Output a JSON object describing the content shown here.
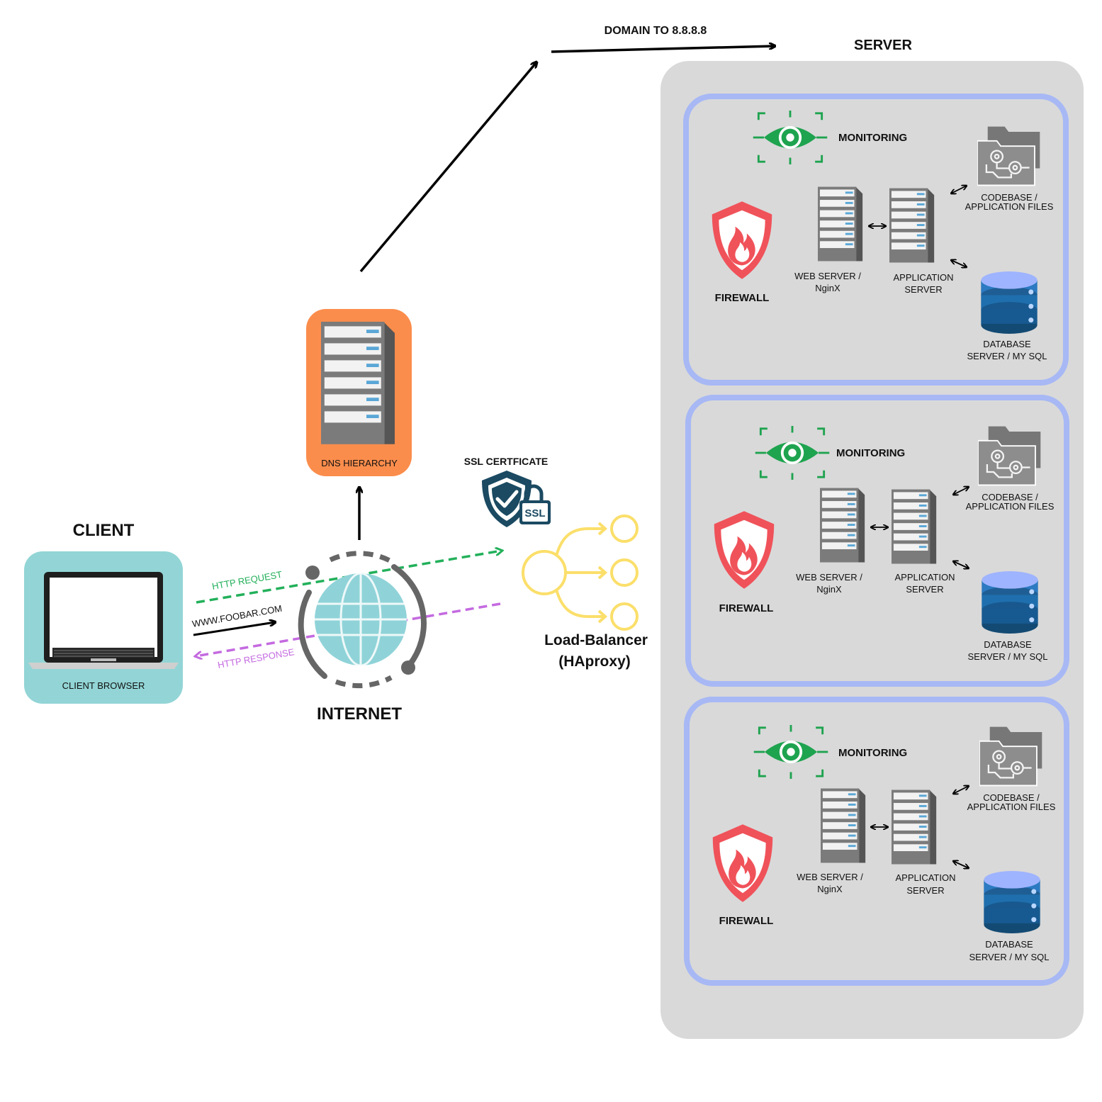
{
  "client": {
    "heading": "CLIENT",
    "browser_label": "CLIENT BROWSER",
    "url_label": "WWW.FOOBAR.COM",
    "request_label": "HTTP REQUEST",
    "response_label": "HTTP RESPONSE"
  },
  "internet": {
    "label": "INTERNET"
  },
  "dns": {
    "label": "DNS HIERARCHY",
    "domain_label": "DOMAIN TO 8.8.8.8"
  },
  "ssl": {
    "label": "SSL CERTFICATE",
    "badge": "SSL"
  },
  "load_balancer": {
    "line1": "Load-Balancer",
    "line2": "(HAproxy)"
  },
  "server": {
    "heading": "SERVER",
    "nodes": [
      {
        "monitoring": "MONITORING",
        "firewall": "FIREWALL",
        "web_server": [
          "WEB SERVER /",
          "NginX"
        ],
        "app_server": [
          "APPLICATION",
          "SERVER"
        ],
        "codebase": [
          "CODEBASE /",
          "APPLICATION FILES"
        ],
        "database": [
          "DATABASE",
          "SERVER / MY SQL"
        ]
      },
      {
        "monitoring": "MONITORING",
        "firewall": "FIREWALL",
        "web_server": [
          "WEB SERVER /",
          "NginX"
        ],
        "app_server": [
          "APPLICATION",
          "SERVER"
        ],
        "codebase": [
          "CODEBASE /",
          "APPLICATION FILES"
        ],
        "database": [
          "DATABASE",
          "SERVER / MY SQL"
        ]
      },
      {
        "monitoring": "MONITORING",
        "firewall": "FIREWALL",
        "web_server": [
          "WEB SERVER /",
          "NginX"
        ],
        "app_server": [
          "APPLICATION",
          "SERVER"
        ],
        "codebase": [
          "CODEBASE /",
          "APPLICATION FILES"
        ],
        "database": [
          "DATABASE",
          "SERVER / MY SQL"
        ]
      }
    ]
  },
  "colors": {
    "client_panel": "#93d5d6",
    "dns_panel": "#fb8d4c",
    "server_panel": "#d9d9d9",
    "node_border": "#a7b8f5",
    "request_arrow": "#22b05a",
    "response_arrow": "#c46ae0",
    "load_balancer": "#fbdf6a",
    "firewall": "#f0525a",
    "monitoring": "#1ea34f",
    "ssl": "#1b4a62",
    "database": "#1f6fae",
    "globe": "#8fd3d8"
  },
  "icons": {
    "client": "laptop-icon",
    "internet": "globe-icon",
    "dns": "server-rack-icon",
    "ssl": "shield-lock-icon",
    "load_balancer": "load-balancer-icon",
    "monitoring": "eye-icon",
    "firewall": "flame-shield-icon",
    "web_server": "server-rack-icon",
    "app_server": "server-rack-icon",
    "codebase": "folder-icon",
    "database": "database-icon"
  }
}
